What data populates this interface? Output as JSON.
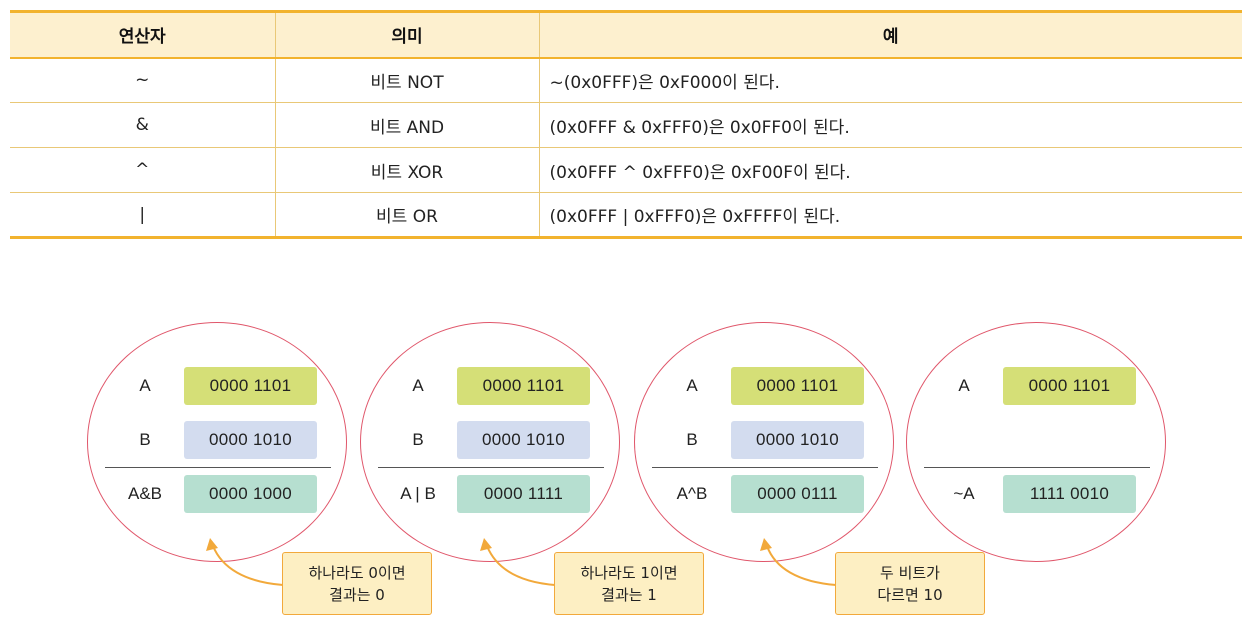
{
  "table": {
    "headers": [
      "연산자",
      "의미",
      "예"
    ],
    "rows": [
      {
        "op": "~",
        "meaning": "비트 NOT",
        "example": "~(0x0FFF)은 0xF000이 된다."
      },
      {
        "op": "&",
        "meaning": "비트 AND",
        "example": "(0x0FFF & 0xFFF0)은 0x0FF0이 된다."
      },
      {
        "op": "^",
        "meaning": "비트 XOR",
        "example": "(0x0FFF ^ 0xFFF0)은 0xF00F이 된다."
      },
      {
        "op": "|",
        "meaning": "비트 OR",
        "example": "(0x0FFF | 0xFFF0)은 0xFFFF이 된다."
      }
    ]
  },
  "diagrams": [
    {
      "a_label": "A",
      "a_value": "0000 1101",
      "b_label": "B",
      "b_value": "0000 1010",
      "result_label": "A&B",
      "result_value": "0000 1000"
    },
    {
      "a_label": "A",
      "a_value": "0000 1101",
      "b_label": "B",
      "b_value": "0000 1010",
      "result_label": "A | B",
      "result_value": "0000 1111"
    },
    {
      "a_label": "A",
      "a_value": "0000 1101",
      "b_label": "B",
      "b_value": "0000 1010",
      "result_label": "A^B",
      "result_value": "0000 0111"
    },
    {
      "a_label": "A",
      "a_value": "0000 1101",
      "result_label": "~A",
      "result_value": "1111 0010"
    }
  ],
  "notes": [
    {
      "line1": "하나라도 0이면",
      "line2": "결과는 0"
    },
    {
      "line1": "하나라도 1이면",
      "line2": "결과는 1"
    },
    {
      "line1": "두 비트가",
      "line2": "다르면 10"
    }
  ],
  "colors": {
    "table_header_bg": "#fdf0cf",
    "table_border": "#f2b32e",
    "ellipse_stroke": "#e0576b",
    "a_box": "#d5df77",
    "b_box": "#d3dcef",
    "result_box": "#b6dfd0",
    "note_bg": "#fdefc3",
    "note_border": "#f2a93b",
    "arrow": "#f2a93b"
  }
}
